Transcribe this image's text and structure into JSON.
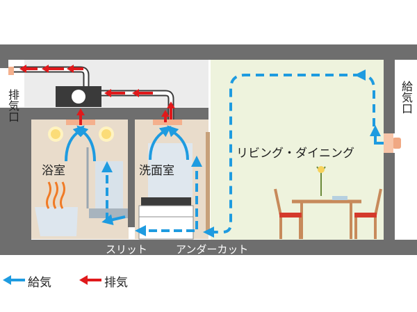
{
  "labels": {
    "exhaust_port": "排気口",
    "supply_port": "給気口",
    "bathroom": "浴室",
    "washroom": "洗面室",
    "living_dining": "リビング・ダイニング",
    "slit": "スリット",
    "undercut": "アンダーカット"
  },
  "legend": {
    "supply": "給気",
    "exhaust": "排気"
  },
  "colors": {
    "supply": "#1e9be0",
    "exhaust": "#e0191b",
    "wall": "#6e6e6e",
    "bath_wall": "#e9dccb",
    "living_wall": "#eef3dd",
    "ceiling_space": "#ececec"
  }
}
